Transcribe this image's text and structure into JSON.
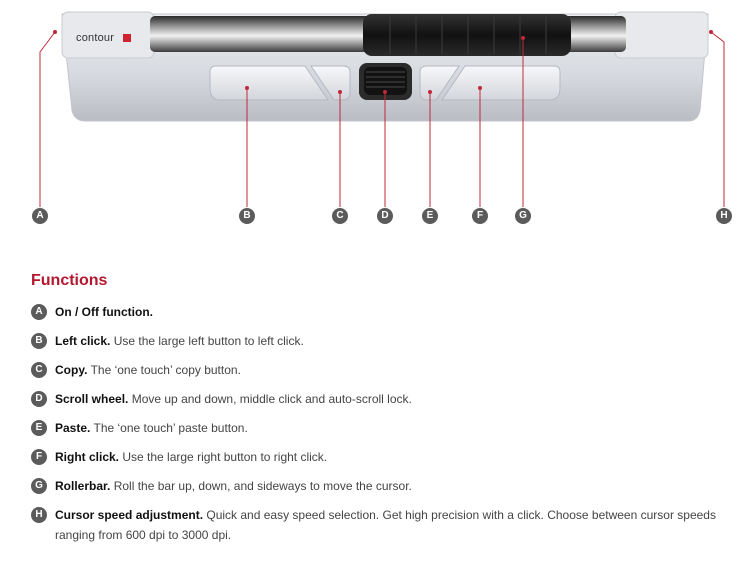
{
  "logo": {
    "brand": "contour"
  },
  "callouts": [
    {
      "letter": "A"
    },
    {
      "letter": "B"
    },
    {
      "letter": "C"
    },
    {
      "letter": "D"
    },
    {
      "letter": "E"
    },
    {
      "letter": "F"
    },
    {
      "letter": "G"
    },
    {
      "letter": "H"
    }
  ],
  "heading": "Functions",
  "functions": [
    {
      "letter": "A",
      "title": "On / Off function.",
      "text": ""
    },
    {
      "letter": "B",
      "title": "Left click.",
      "text": "Use the large left button to left click."
    },
    {
      "letter": "C",
      "title": "Copy.",
      "text": "The ‘one touch’ copy button."
    },
    {
      "letter": "D",
      "title": "Scroll wheel.",
      "text": "Move up and down, middle click and auto-scroll lock."
    },
    {
      "letter": "E",
      "title": "Paste.",
      "text": "The ‘one touch’ paste button."
    },
    {
      "letter": "F",
      "title": "Right click.",
      "text": "Use the large right button to right click."
    },
    {
      "letter": "G",
      "title": "Rollerbar.",
      "text": "Roll the bar up, down, and sideways to move the cursor."
    },
    {
      "letter": "H",
      "title": "Cursor speed adjustment.",
      "text": "Quick and easy speed selection. Get high precision  with a click. Choose between cursor speeds ranging from 600 dpi to 3000 dpi."
    }
  ],
  "colors": {
    "accent": "#b5172f",
    "badge": "#5b5b5b",
    "device_body": "#d9dbe0"
  }
}
